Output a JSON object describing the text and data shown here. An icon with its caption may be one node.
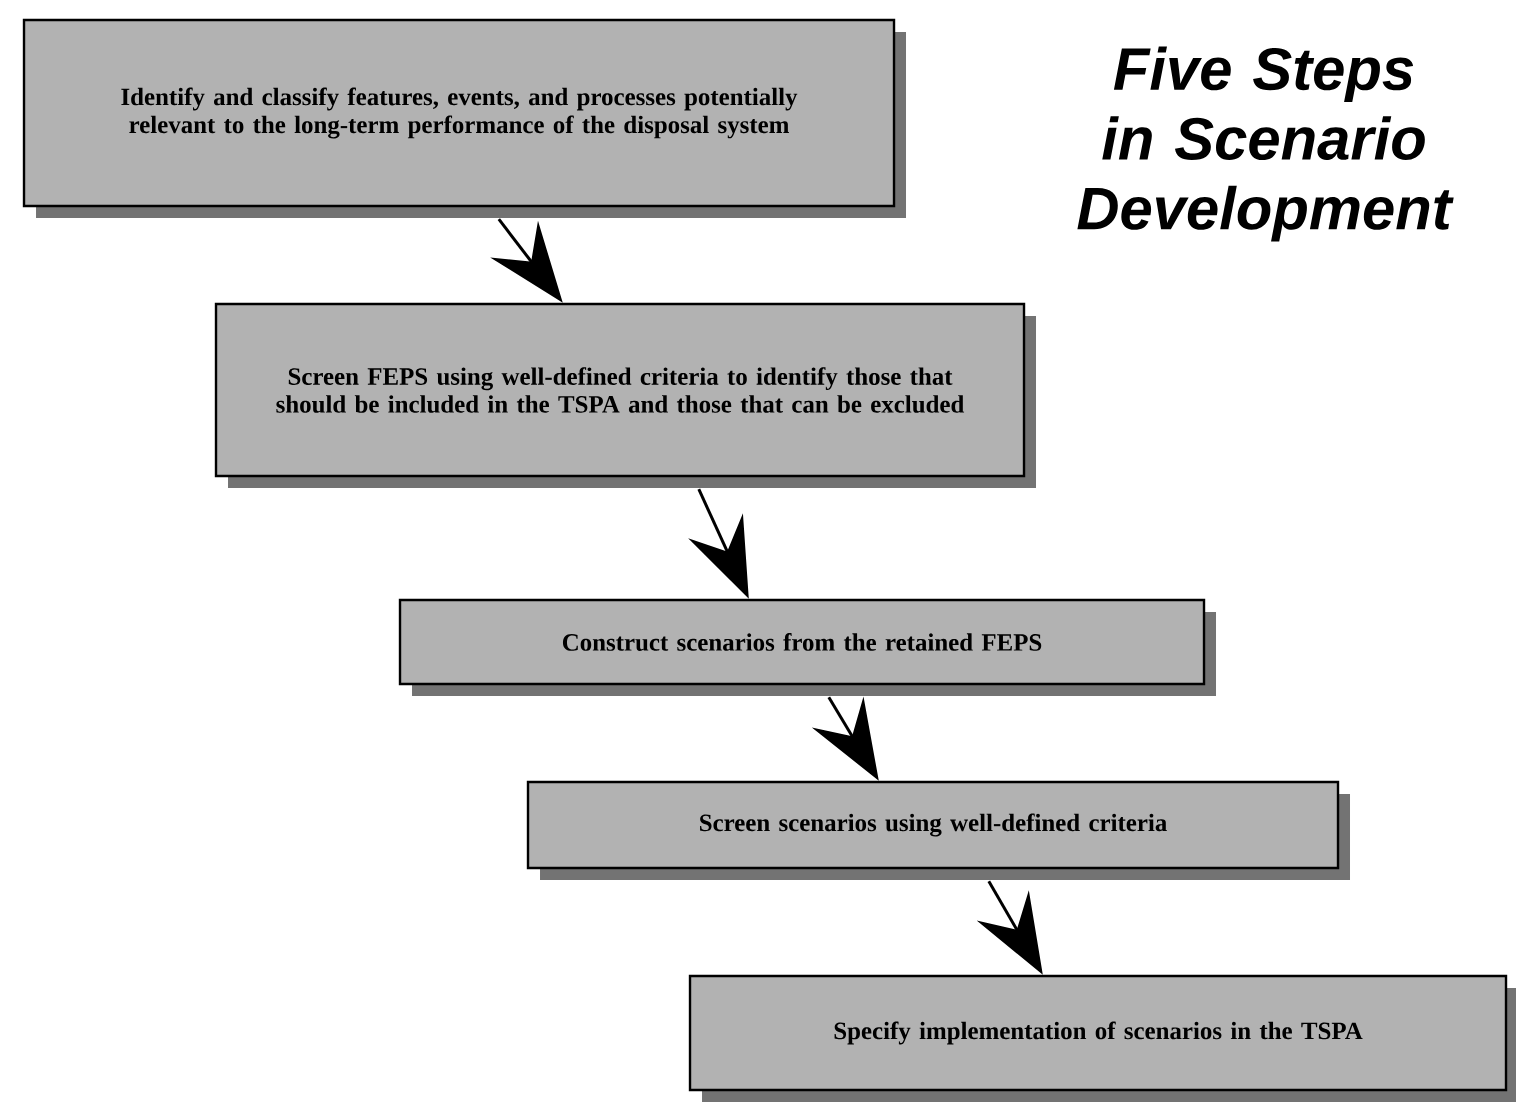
{
  "diagram": {
    "title": "Five Steps in Scenario Development",
    "nodes": [
      {
        "text": [
          "Identify and classify features, events, and processes potentially relevant to the long-term performance of the disposal system"
        ]
      },
      {
        "text": [
          "Screen FEPS using well-defined criteria to identify those that should be included in the TSPA and those that can be excluded"
        ]
      },
      {
        "text": [
          "Construct scenarios from the retained FEPS"
        ]
      },
      {
        "text": [
          "Screen scenarios using well-defined criteria"
        ]
      },
      {
        "text": [
          "Specify implementation of scenarios in the TSPA"
        ]
      }
    ],
    "edges": [
      {
        "from": 0,
        "to": 1,
        "arrow": "to"
      },
      {
        "from": 1,
        "to": 2,
        "arrow": "to"
      },
      {
        "from": 2,
        "to": 3,
        "arrow": "to"
      },
      {
        "from": 3,
        "to": 4,
        "arrow": "to"
      }
    ]
  }
}
